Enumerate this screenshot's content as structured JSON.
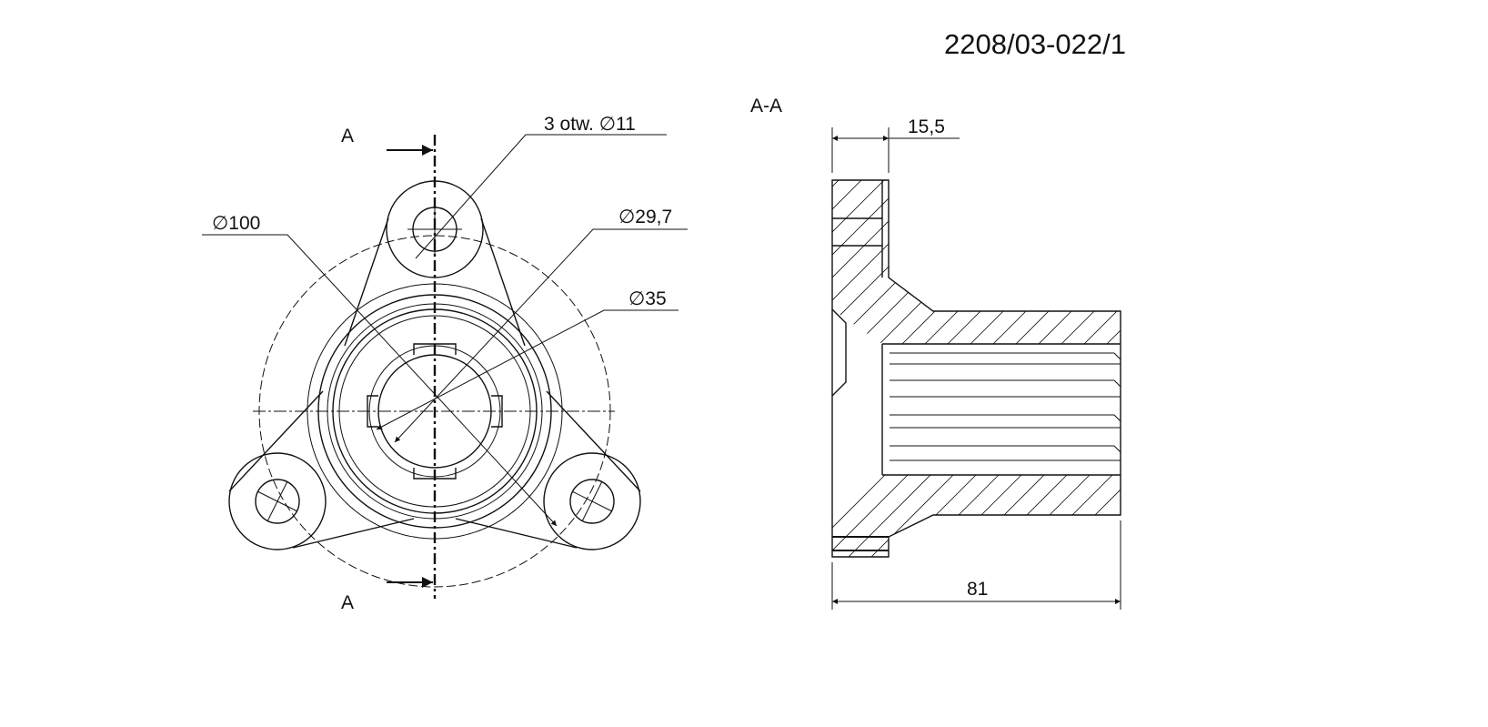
{
  "drawing_number": "2208/03-022/1",
  "section_title": "A-A",
  "section_marker_top": "A",
  "section_marker_bottom": "A",
  "annotations": {
    "holes": "3 otw. ∅11",
    "d100": "∅100",
    "d29_7": "∅29,7",
    "d35": "∅35",
    "dim_15_5": "15,5",
    "dim_81": "81"
  }
}
